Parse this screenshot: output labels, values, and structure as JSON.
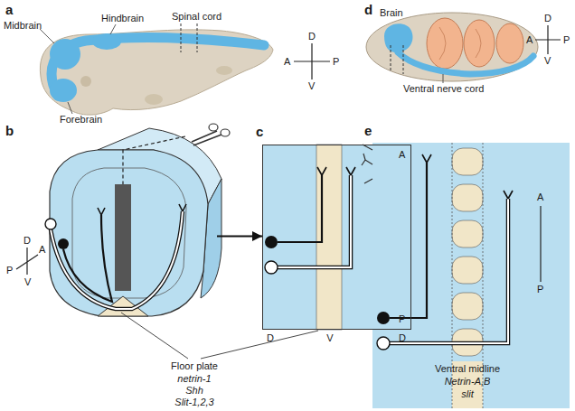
{
  "diagram": {
    "nodes": [
      {
        "text": [
          "b"
        ]
      },
      {
        "text": [
          "c",
          "A",
          "P",
          "D",
          "V",
          "D"
        ]
      }
    ],
    "edges": [
      {
        "from": 0,
        "to": 1,
        "arrow": "to"
      }
    ],
    "labels": [
      "a",
      "Hindbrain",
      "Spinal cord",
      "Midbrain",
      "Forebrain",
      "D",
      "A",
      "P",
      "V",
      "d",
      "Brain",
      "D",
      "A",
      "P",
      "V",
      "Ventral nerve cord",
      "D",
      "A",
      "P",
      "V",
      "Floor plate",
      "netrin-1",
      "Shh",
      "Slit-1,2,3",
      "e",
      "A",
      "P",
      "Ventral midline",
      "Netrin-A,B",
      "slit"
    ]
  }
}
